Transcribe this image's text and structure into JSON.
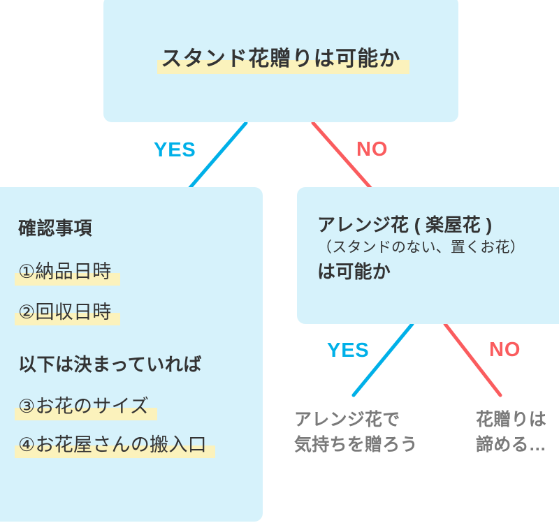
{
  "colors": {
    "box_fill": "#d6f2fb",
    "highlight": "#fbf2bc",
    "yes": "#00b0e8",
    "no": "#fa5c5e",
    "text_dark": "#333333",
    "text_gray": "#7a7a7a",
    "page_bg": "#ffffff"
  },
  "root": {
    "title": "スタンド花贈りは可能か"
  },
  "edges": {
    "top_yes": "YES",
    "top_no": "NO",
    "bottom_yes": "YES",
    "bottom_no": "NO"
  },
  "checklist": {
    "heading": "確認事項",
    "items": [
      "①納品日時",
      "②回収日時"
    ],
    "subheading": "以下は決まっていれば",
    "optional_items": [
      "③お花のサイズ",
      "④お花屋さんの搬入口"
    ]
  },
  "arrange": {
    "line1": "アレンジ花 ( 楽屋花 )",
    "line2": "（スタンドのない、置くお花）",
    "line3": "は可能か"
  },
  "leaves": {
    "arrange_ok": "アレンジ花で\n気持ちを贈ろう",
    "give_up": "花贈りは\n諦める…"
  }
}
